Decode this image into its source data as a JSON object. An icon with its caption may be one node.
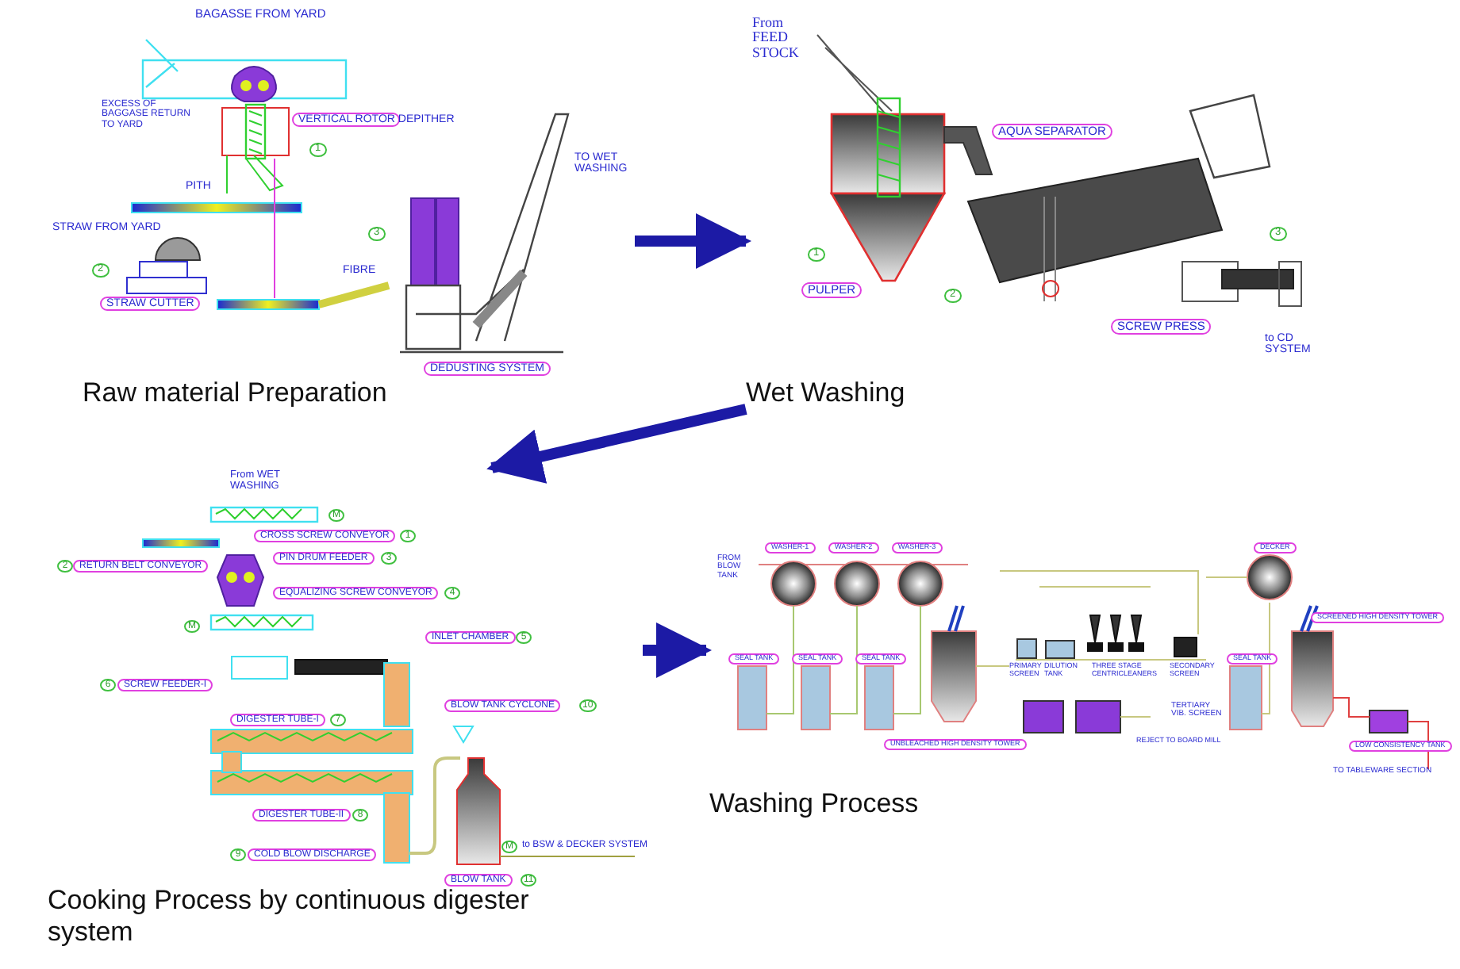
{
  "diagram": {
    "nodes": [
      {
        "text": [
          "Raw material Preparation"
        ]
      },
      {
        "text": [
          "Wet Washing"
        ]
      },
      {
        "text": [
          "Cooking Process by continuous digester system"
        ]
      },
      {
        "text": [
          "Washing Process"
        ]
      }
    ],
    "edges": [
      {
        "from": 0,
        "to": 1,
        "arrow": "to"
      },
      {
        "from": 1,
        "to": 2,
        "arrow": "to"
      },
      {
        "from": 2,
        "to": 3,
        "arrow": "to"
      }
    ],
    "labels": [
      "BAGASSE FROM YARD",
      "EXCESS OF BAGGASE RETURN TO YARD",
      "VERTICAL ROTOR DEPITHER",
      "1",
      "PITH",
      "STRAW FROM YARD",
      "2",
      "STRAW CUTTER",
      "FIBRE",
      "3",
      "TO WET WASHING",
      "DEDUSTING SYSTEM",
      "From FEED STOCK",
      "AQUA SEPARATOR",
      "1",
      "PULPER",
      "2",
      "3",
      "SCREW PRESS",
      "to CD SYSTEM",
      "From WET WASHING",
      "M",
      "CROSS SCREW CONVEYOR",
      "1",
      "2",
      "RETURN BELT CONVEYOR",
      "PIN DRUM FEEDER",
      "3",
      "EQUALIZING SCREW CONVEYOR",
      "4",
      "M",
      "INLET CHAMBER",
      "5",
      "6",
      "SCREW FEEDER-I",
      "DIGESTER TUBE-I",
      "7",
      "BLOW TANK CYCLONE",
      "10",
      "DIGESTER TUBE-II",
      "8",
      "9",
      "COLD BLOW DISCHARGE",
      "M",
      "to BSW & DECKER SYSTEM",
      "BLOW TANK",
      "11",
      "FROM BLOW TANK",
      "WASHER-1",
      "WASHER-2",
      "WASHER-3",
      "SEAL TANK",
      "SEAL TANK",
      "SEAL TANK",
      "UNBLEACHED HIGH DENSITY TOWER",
      "PRIMARY SCREEN",
      "DILUTION TANK",
      "THREE STAGE CENTRICLEANERS",
      "SECONDARY SCREEN",
      "TERTIARY VIB. SCREEN",
      "REJECT TO BOARD MILL",
      "DECKER",
      "SCREENED HIGH DENSITY TOWER",
      "SEAL TANK",
      "LOW CONSISTENCY TANK",
      "TO TABLEWARE SECTION"
    ]
  }
}
